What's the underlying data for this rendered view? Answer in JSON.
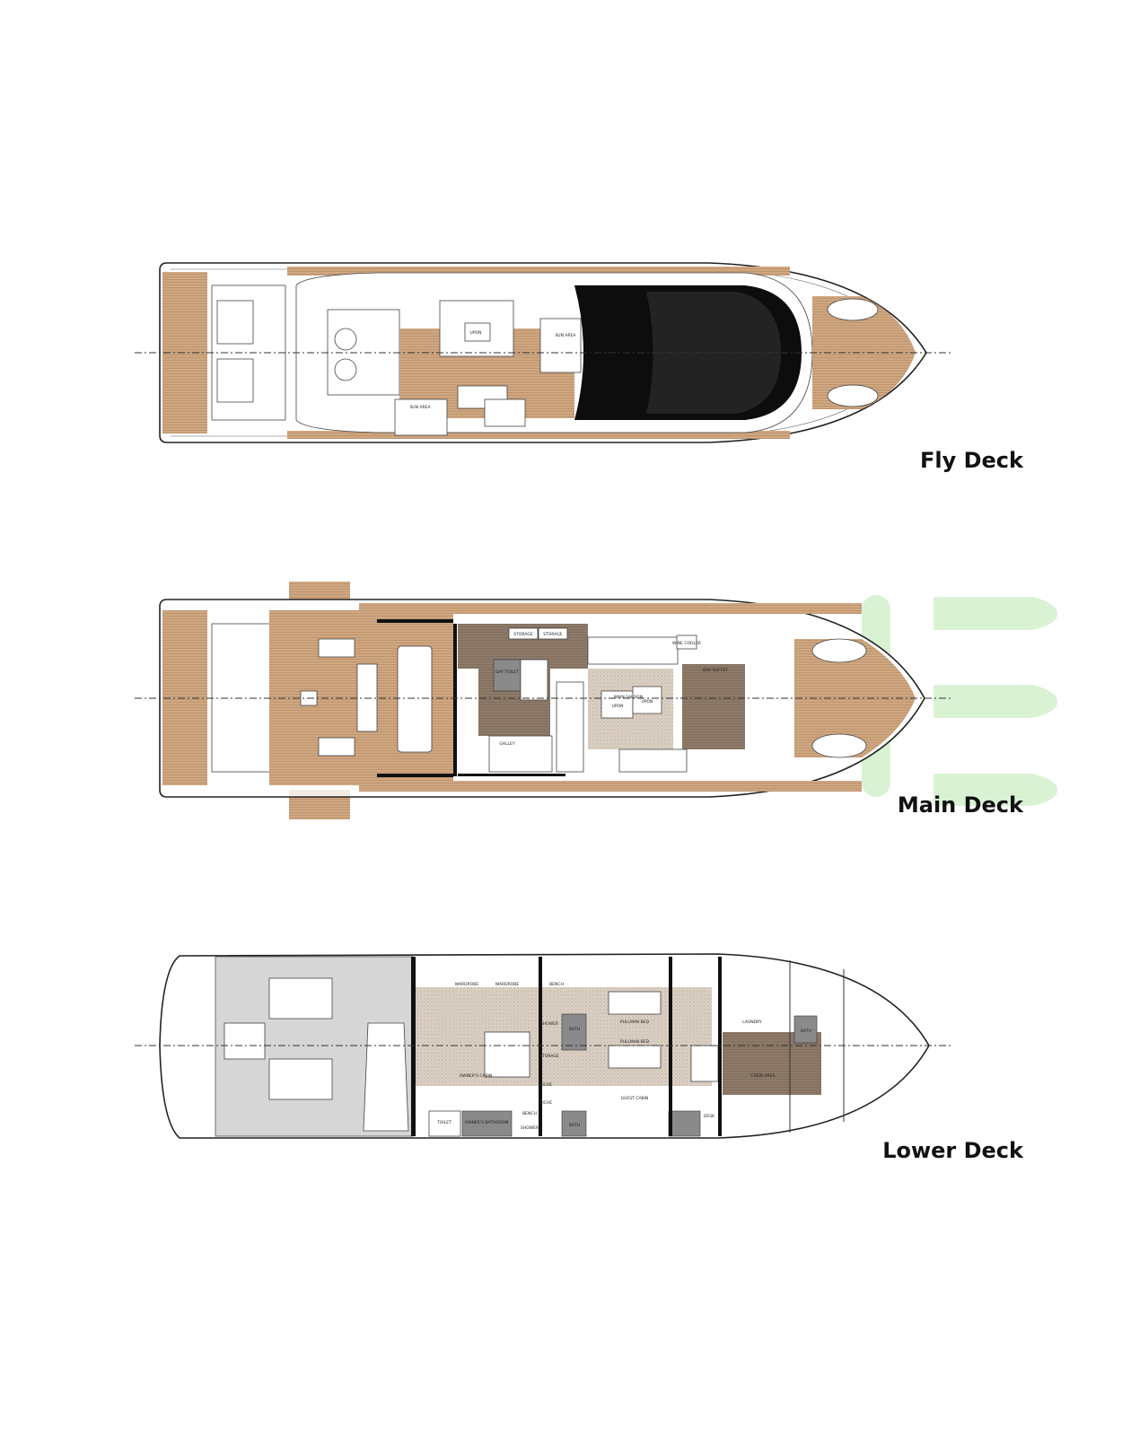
{
  "decks": {
    "fly": {
      "title": "Fly Deck",
      "labels": {
        "sun_area_1": "SUN AREA",
        "sun_area_2": "SUN AREA",
        "upon": "UPON"
      }
    },
    "main": {
      "title": "Main Deck",
      "labels": {
        "storage_1": "STORAGE",
        "storage_2": "STORAGE",
        "wine_cooler": "WINE COOLER",
        "day_toilet": "DAY TOILET",
        "main_saloon": "MAIN SALOON",
        "galley": "GALLEY",
        "upon_1": "UPON",
        "upon_2": "UPON",
        "bar_buffet": "BAR BUFFET"
      }
    },
    "lower": {
      "title": "Lower Deck",
      "labels": {
        "owners_cabin": "OWNER'S CABIN",
        "owners_bathroom": "OWNER'S BATHROOM",
        "toilet": "TOILET",
        "shower_1": "SHOWER",
        "shower_2": "SHOWER",
        "bath_1": "BATH",
        "bath_2": "BATH",
        "bath_3": "BATH",
        "storage": "STORAGE",
        "niche_1": "NICHE",
        "niche_2": "NICHE",
        "pullman_bed_1": "PULLMAN BED",
        "pullman_bed_2": "PULLMAN BED",
        "guest_cabin": "GUEST CABIN",
        "laundry": "LAUNDRY",
        "crew_area": "CREW AREA",
        "desk": "DESK",
        "bench_1": "BENCH",
        "bench_2": "BENCH",
        "wardrobe_1": "WARDROBE",
        "wardrobe_2": "WARDROBE"
      }
    }
  },
  "colors": {
    "teak": "#c9a07a",
    "watermark": "#cdeec6",
    "saloon_floor": "#d9cdbf",
    "crew_floor": "#8c7868"
  }
}
